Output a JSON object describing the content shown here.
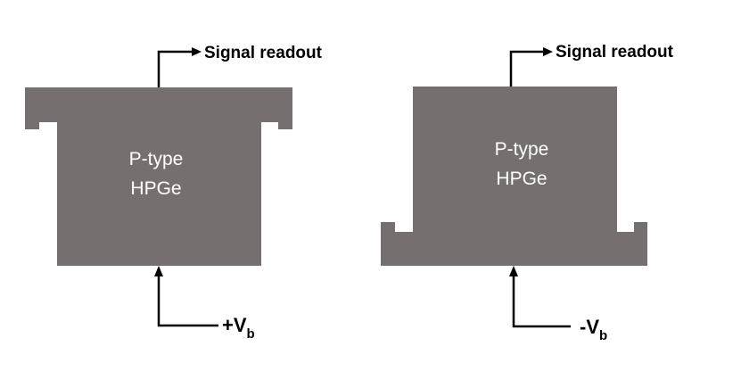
{
  "detectors": [
    {
      "material_line1": "P-type",
      "material_line2": "HPGe",
      "readout_label": "Signal readout",
      "bias_sign": "+V",
      "bias_subscript": "b"
    },
    {
      "material_line1": "P-type",
      "material_line2": "HPGe",
      "readout_label": "Signal readout",
      "bias_sign": "-V",
      "bias_subscript": "b"
    }
  ],
  "colors": {
    "detector_fill": "#75706f",
    "detector_text": "#ffffff",
    "wire": "#000000",
    "label": "#000000"
  }
}
